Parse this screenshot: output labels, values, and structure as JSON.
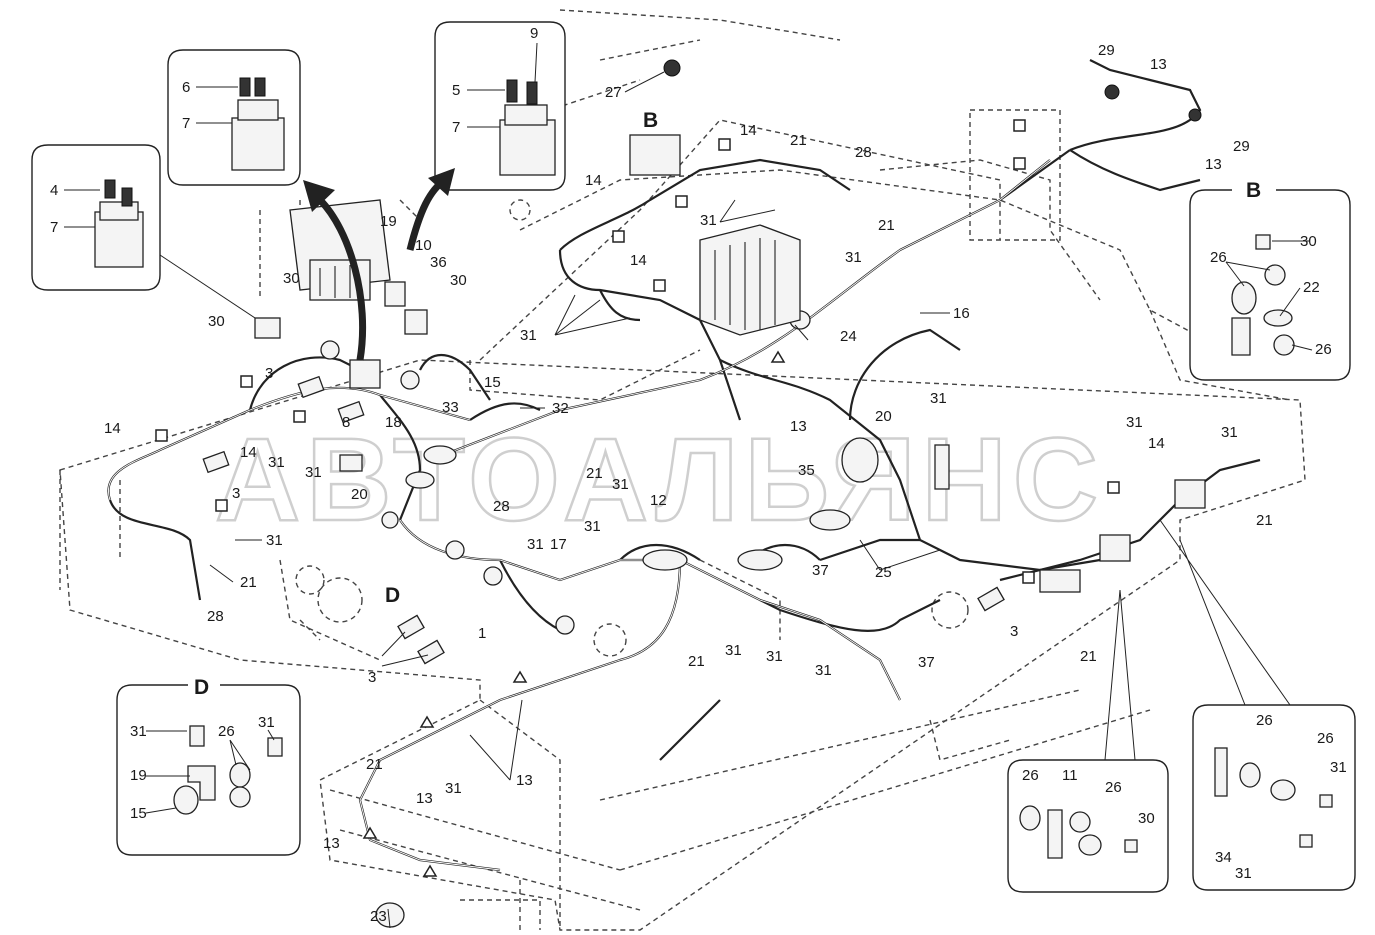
{
  "watermark": "АВТОАЛЬЯНС",
  "detail_views": {
    "B": "B",
    "D": "D"
  },
  "callouts": {
    "c1": "1",
    "c3a": "3",
    "c3b": "3",
    "c3c": "3",
    "c3d": "3",
    "c3e": "3",
    "c4": "4",
    "c5": "5",
    "c6": "6",
    "c7a": "7",
    "c7b": "7",
    "c7c": "7",
    "c9": "9",
    "c10": "10",
    "c11": "11",
    "c12": "12",
    "c13a": "13",
    "c13b": "13",
    "c13c": "13",
    "c13d": "13",
    "c13e": "13",
    "c13f": "13",
    "c13g": "13",
    "c14a": "14",
    "c14b": "14",
    "c14c": "14",
    "c14d": "14",
    "c14e": "14",
    "c14f": "14",
    "c15a": "15",
    "c15b": "15",
    "c16": "16",
    "c17": "17",
    "c18": "18",
    "c19a": "19",
    "c19b": "19",
    "c20a": "20",
    "c20b": "20",
    "c21a": "21",
    "c21b": "21",
    "c21c": "21",
    "c21d": "21",
    "c21e": "21",
    "c21f": "21",
    "c21g": "21",
    "c21h": "21",
    "c22": "22",
    "c23": "23",
    "c24": "24",
    "c25": "25",
    "c26a": "26",
    "c26b": "26",
    "c26c": "26",
    "c26d": "26",
    "c26e": "26",
    "c26f": "26",
    "c26g": "26",
    "c26h": "26",
    "c27": "27",
    "c28a": "28",
    "c28b": "28",
    "c28c": "28",
    "c29a": "29",
    "c29b": "29",
    "c30a": "30",
    "c30b": "30",
    "c30c": "30",
    "c30d": "30",
    "c30e": "30",
    "c31a": "31",
    "c31b": "31",
    "c31c": "31",
    "c31d": "31",
    "c31e": "31",
    "c31f": "31",
    "c31g": "31",
    "c31h": "31",
    "c31i": "31",
    "c31j": "31",
    "c31k": "31",
    "c31l": "31",
    "c31m": "31",
    "c31n": "31",
    "c31o": "31",
    "c31p": "31",
    "c31q": "31",
    "c31r": "31",
    "c31s": "31",
    "c31t": "31",
    "c31u": "31",
    "c32": "32",
    "c33": "33",
    "c34": "34",
    "c35": "35",
    "c36": "36",
    "c37a": "37",
    "c37b": "37"
  },
  "colors": {
    "ink": "#222222",
    "watermark": "#cfcfcf",
    "background": "#ffffff"
  }
}
